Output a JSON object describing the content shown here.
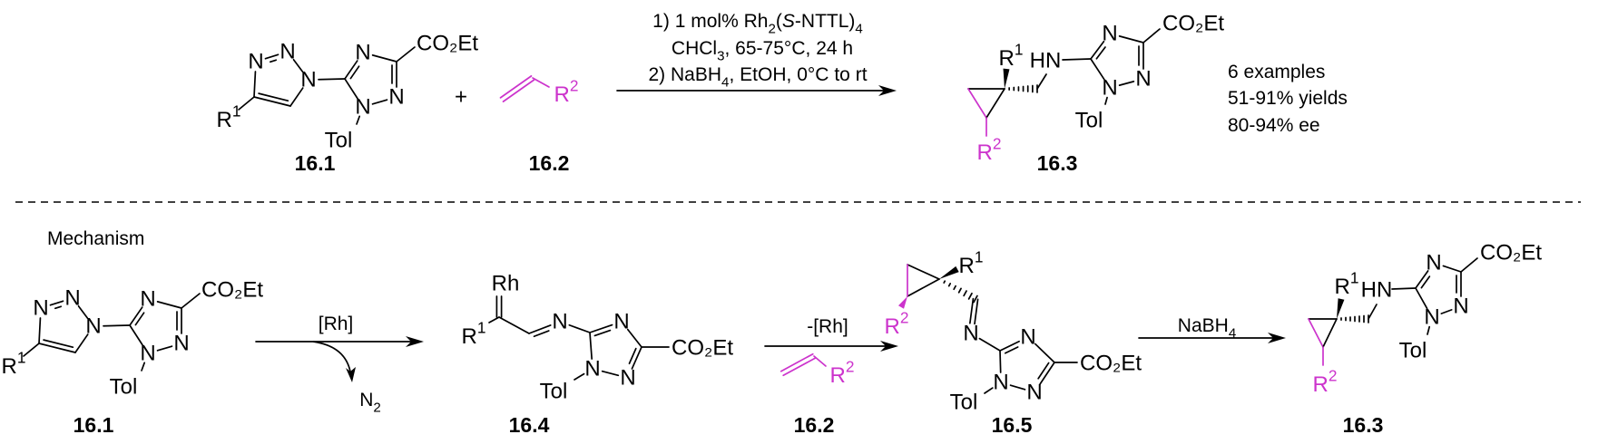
{
  "colors": {
    "ink": "#000000",
    "highlight": "#cc33cc"
  },
  "atoms": {
    "N": "N",
    "R1": "R¹",
    "R2": "R²",
    "Tol": "Tol",
    "CO2Et": "CO₂Et",
    "HN": "HN",
    "Rh": "Rh"
  },
  "top_reaction": {
    "plus": "+",
    "conditions": [
      "1) 1 mol% Rh₂(S-NTTL)₄",
      "CHCl₃, 65-75°C, 24 h",
      "2) NaBH₄, EtOH, 0°C to rt"
    ],
    "results": [
      "6 examples",
      "51-91% yields",
      "80-94% ee"
    ]
  },
  "mechanism": {
    "title": "Mechanism",
    "step1_reagent": "[Rh]",
    "step1_byproduct": "N₂",
    "step2_reagent": "-[Rh]",
    "step3_reagent": "NaBH₄"
  },
  "compounds": {
    "c16_1": "16.1",
    "c16_2": "16.2",
    "c16_3": "16.3",
    "c16_4": "16.4",
    "c16_5": "16.5"
  }
}
